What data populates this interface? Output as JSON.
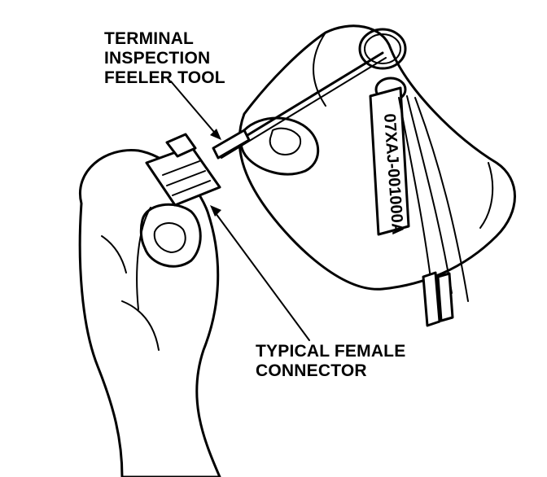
{
  "labels": {
    "tool": {
      "line1": "TERMINAL",
      "line2": "INSPECTION",
      "line3": "FEELER TOOL"
    },
    "connector": {
      "line1": "TYPICAL FEMALE",
      "line2": "CONNECTOR"
    }
  },
  "tool_tag": {
    "text": "07XAJ-001000A"
  },
  "colors": {
    "ink": "#000000",
    "paper": "#ffffff"
  }
}
